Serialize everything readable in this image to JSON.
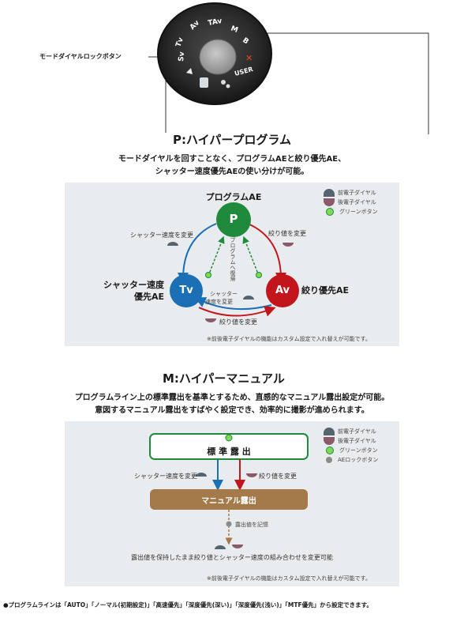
{
  "dial": {
    "lock_label": "モードダイヤルロックボタン",
    "marks": [
      "Tv",
      "Av",
      "M",
      "B",
      "TAv",
      "Sv",
      "USER"
    ]
  },
  "p_section": {
    "title": "P:ハイパープログラム",
    "desc_line1": "モードダイヤルを回すことなく、プログラムAEと絞り優先AE、",
    "desc_line2": "シャッター速度優先AEの使い分けが可能。",
    "node_p": "P",
    "node_p_label": "プログラムAE",
    "node_tv": "Tv",
    "node_tv_label_line1": "シャッター速度",
    "node_tv_label_line2": "優先AE",
    "node_av": "Av",
    "node_av_label": "絞り優先AE",
    "lbl_shutter_left": "シャッター速度を変更",
    "lbl_aperture_right": "絞り値を変更",
    "lbl_program_return": "プログラムへ復帰",
    "lbl_shutter_bottom_line1": "シャッター",
    "lbl_shutter_bottom_line2": "速度を変更",
    "lbl_aperture_bottom": "絞り値を変更",
    "note": "※前後電子ダイヤルの機能はカスタム設定で入れ替えが可能です。",
    "legend": [
      "前電子ダイヤル",
      "後電子ダイヤル",
      "グリーンボタン"
    ]
  },
  "m_section": {
    "title": "M:ハイパーマニュアル",
    "desc_line1": "プログラムライン上の標準露出を基準とするため、直感的なマニュアル露出設定が可能。",
    "desc_line2": "意図するマニュアル露出をすばやく設定でき、効率的に撮影が進められます。",
    "box_standard": "標 準 露 出",
    "box_manual": "マニュアル露出",
    "lbl_shutter": "シャッター速度を変更",
    "lbl_aperture": "絞り値を変更",
    "lbl_memory": "露出値を記憶",
    "lbl_shift": "露出値を保持したまま絞り値とシャッター速度の組み合わせを変更可能",
    "note": "※前後電子ダイヤルの機能はカスタム設定で入れ替えが可能です。",
    "legend": [
      "前電子ダイヤル",
      "後電子ダイヤル",
      "グリーンボタン",
      "AEロックボタン"
    ]
  },
  "footer": "●プログラムラインは「AUTO」「ノーマル(初期設定)」「高速優先」「深度優先(深い)」「深度優先(浅い)」「MTF優先」から設定できます。",
  "colors": {
    "green": "#1f8a3b",
    "blue": "#1a6fb5",
    "red": "#c3161c",
    "brown": "#a47a4b",
    "panel": "#e9ecef"
  }
}
